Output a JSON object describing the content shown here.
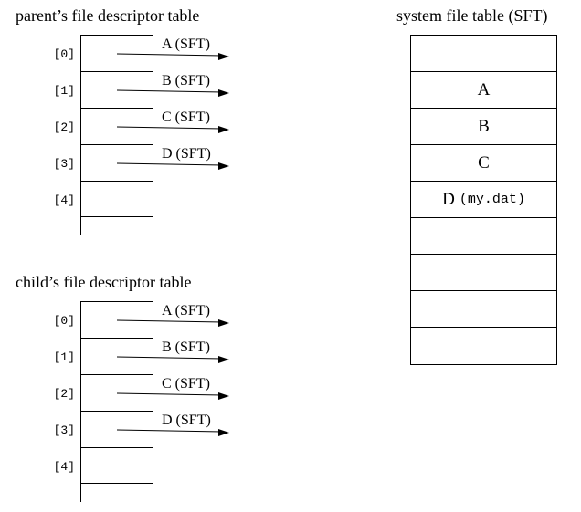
{
  "colors": {
    "ink": "#000000",
    "background": "#ffffff"
  },
  "parent_table": {
    "title": "parent’s file descriptor table",
    "rows": [
      {
        "index": "[0]",
        "pointer": "A (SFT)"
      },
      {
        "index": "[1]",
        "pointer": "B (SFT)"
      },
      {
        "index": "[2]",
        "pointer": "C (SFT)"
      },
      {
        "index": "[3]",
        "pointer": "D (SFT)"
      },
      {
        "index": "[4]",
        "pointer": ""
      }
    ]
  },
  "child_table": {
    "title": "child’s file descriptor table",
    "rows": [
      {
        "index": "[0]",
        "pointer": "A (SFT)"
      },
      {
        "index": "[1]",
        "pointer": "B (SFT)"
      },
      {
        "index": "[2]",
        "pointer": "C (SFT)"
      },
      {
        "index": "[3]",
        "pointer": "D (SFT)"
      },
      {
        "index": "[4]",
        "pointer": ""
      }
    ]
  },
  "sft_table": {
    "title": "system file table (SFT)",
    "rows": [
      {
        "label": "",
        "file": ""
      },
      {
        "label": "A",
        "file": ""
      },
      {
        "label": "B",
        "file": ""
      },
      {
        "label": "C",
        "file": ""
      },
      {
        "label": "D",
        "file": "(my.dat)"
      },
      {
        "label": "",
        "file": ""
      },
      {
        "label": "",
        "file": ""
      },
      {
        "label": "",
        "file": ""
      },
      {
        "label": "",
        "file": ""
      }
    ]
  }
}
